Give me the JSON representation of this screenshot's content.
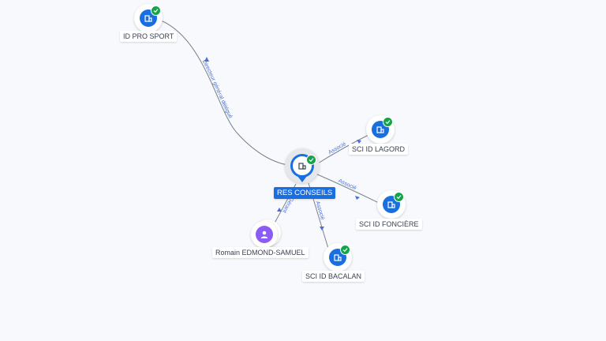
{
  "graph": {
    "nodes": {
      "id_pro_sport": {
        "label": "ID PRO SPORT",
        "kind": "company",
        "verified": true
      },
      "res_conseils": {
        "label": "RES CONSEILS",
        "kind": "company",
        "verified": true,
        "focus": true
      },
      "sci_id_lagord": {
        "label": "SCI ID LAGORD",
        "kind": "company",
        "verified": true
      },
      "sci_id_fonciere": {
        "label": "SCI ID FONCIÈRE",
        "kind": "company",
        "verified": true
      },
      "sci_id_bacalan": {
        "label": "SCI ID BACALAN",
        "kind": "company",
        "verified": true
      },
      "romain": {
        "label": "Romain EDMOND-SAMUEL",
        "kind": "person",
        "verified": false
      }
    },
    "edges": {
      "e1": {
        "label": "Directeur général délégué"
      },
      "e2": {
        "label": "Associé"
      },
      "e3": {
        "label": "Associé"
      },
      "e4": {
        "label": "Associé"
      },
      "e5": {
        "label": "Gérant"
      }
    }
  },
  "colors": {
    "company": "#1a6fe0",
    "person": "#8b5cf6",
    "verified": "#16a34a",
    "edge_label": "#4a6fd8",
    "edge_line": "#7a8191"
  },
  "icons": {
    "company": "building-icon",
    "person": "person-icon",
    "verified": "check-icon"
  }
}
